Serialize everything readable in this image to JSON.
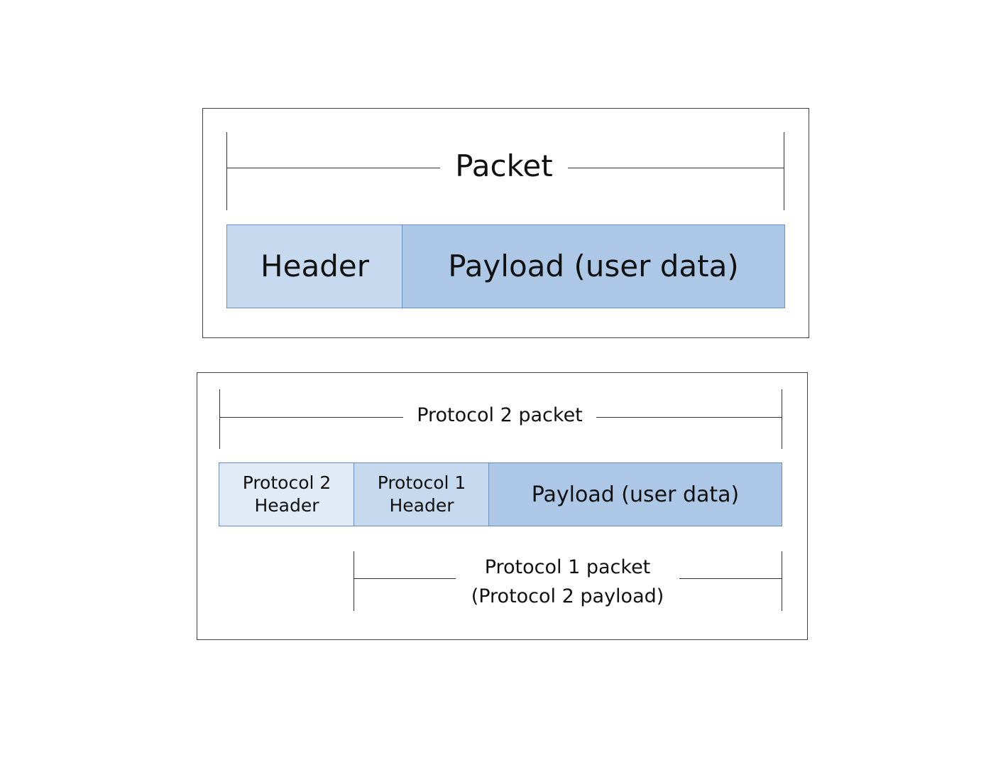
{
  "colors": {
    "header_fill": "#c6d9ef",
    "payload_fill": "#acc8e6",
    "protocol2_header_fill": "#e1ebf6",
    "protocol1_header_fill": "#c6d9ef",
    "segment_border": "#6b8fbf",
    "line": "#333333"
  },
  "panel1": {
    "span_label": "Packet",
    "header": "Header",
    "payload": "Payload (user data)"
  },
  "panel2": {
    "top_span_label": "Protocol 2 packet",
    "protocol2_header_line1": "Protocol 2",
    "protocol2_header_line2": "Header",
    "protocol1_header_line1": "Protocol 1",
    "protocol1_header_line2": "Header",
    "payload": "Payload (user data)",
    "bottom_span_label_line1": "Protocol 1 packet",
    "bottom_span_label_line2": "(Protocol 2 payload)"
  }
}
